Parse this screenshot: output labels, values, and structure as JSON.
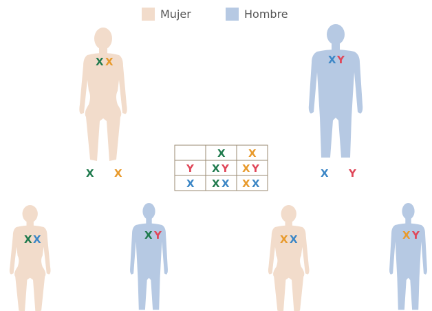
{
  "colors": {
    "female": "#f2dccb",
    "male": "#b6c9e3",
    "x_maternal_1": "#1f7a4d",
    "x_maternal_2": "#e89a2c",
    "x_paternal": "#3b86c6",
    "y_paternal": "#e0485a"
  },
  "legend": [
    {
      "label": "Mujer",
      "color": "#f2dccb"
    },
    {
      "label": "Hombre",
      "color": "#b6c9e3"
    }
  ],
  "parents": {
    "mother": {
      "icon": "female-figure",
      "chromosomes": [
        "X",
        "X"
      ]
    },
    "father": {
      "icon": "male-figure",
      "chromosomes": [
        "X",
        "Y"
      ]
    }
  },
  "gametes": {
    "mother": [
      "X",
      "X"
    ],
    "father": [
      "X",
      "Y"
    ]
  },
  "punnett": {
    "header": [
      "",
      "X",
      "X"
    ],
    "rows": [
      [
        "Y",
        "XY",
        "XY"
      ],
      [
        "X",
        "XX",
        "XX"
      ]
    ]
  },
  "children": [
    {
      "icon": "female-figure",
      "chromosomes": [
        "X",
        "X"
      ]
    },
    {
      "icon": "male-figure",
      "chromosomes": [
        "X",
        "Y"
      ]
    },
    {
      "icon": "female-figure",
      "chromosomes": [
        "X",
        "X"
      ]
    },
    {
      "icon": "male-figure",
      "chromosomes": [
        "X",
        "Y"
      ]
    }
  ]
}
